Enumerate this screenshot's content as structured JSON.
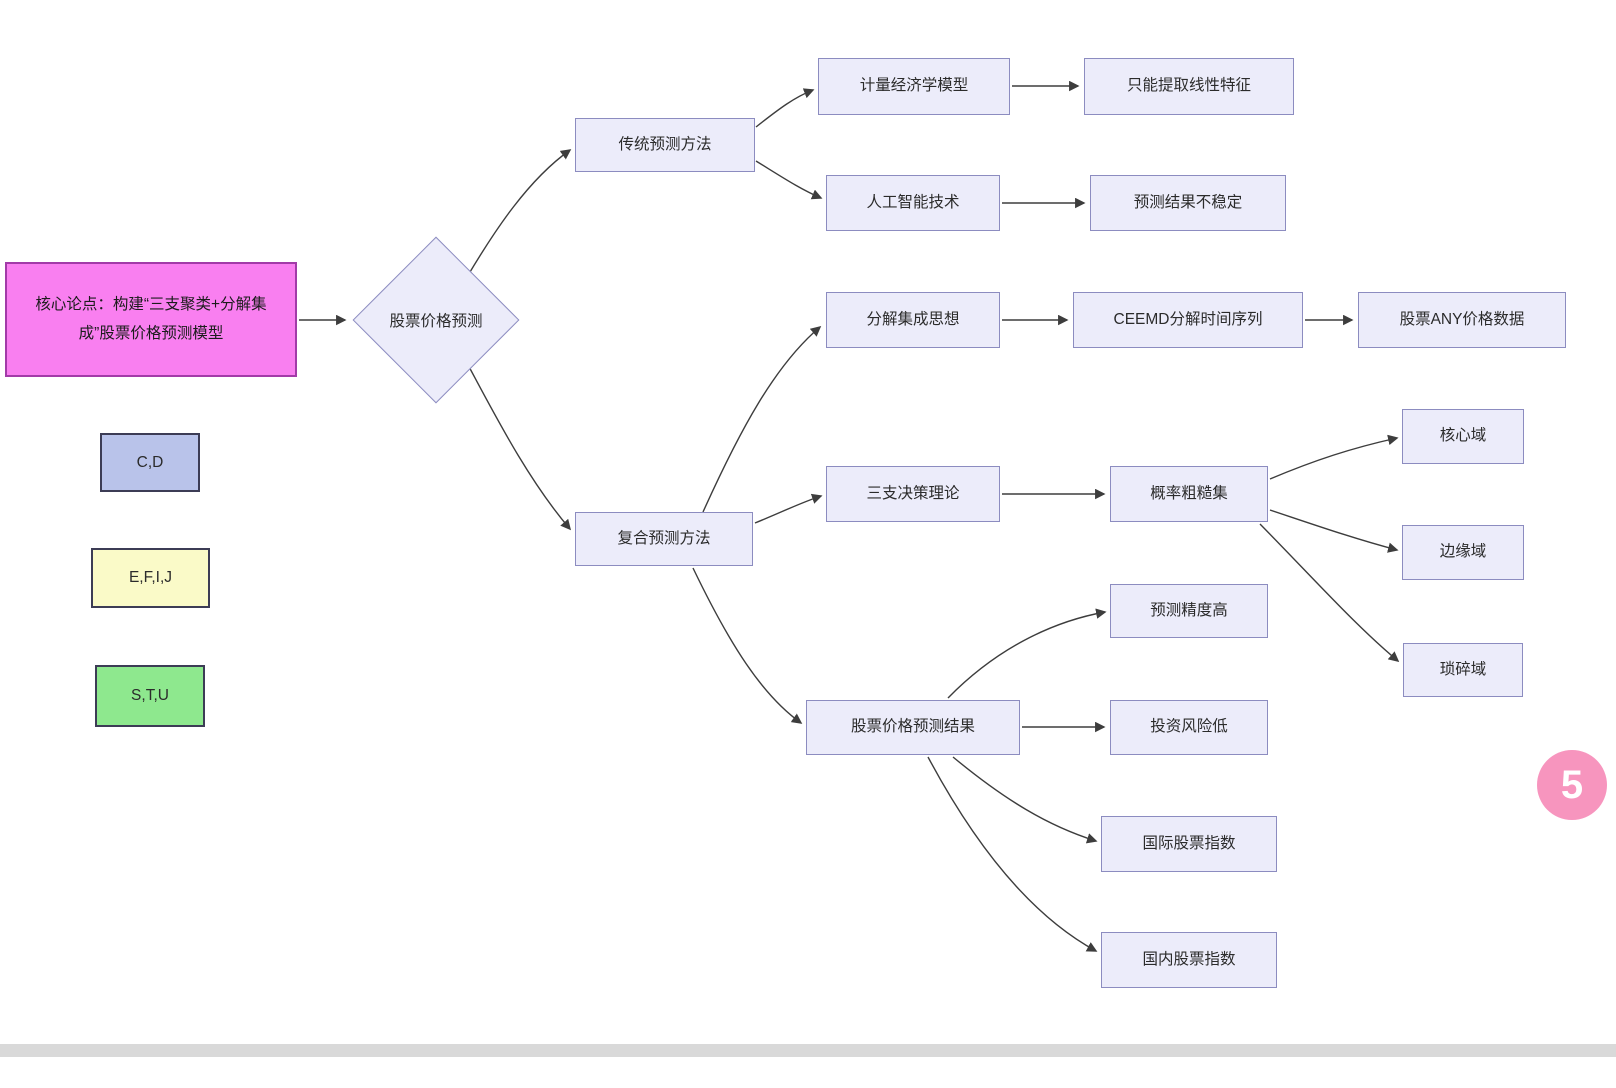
{
  "root": {
    "label": "核心论点：构建“三支聚类+分解集成”股票价格预测模型"
  },
  "diamond": {
    "label": "股票价格预测"
  },
  "legend": {
    "cd": "C,D",
    "efij": "E,F,I,J",
    "stu": "S,T,U"
  },
  "nodes": {
    "traditional": "传统预测方法",
    "econometric": "计量经济学模型",
    "linear_only": "只能提取线性特征",
    "ai": "人工智能技术",
    "unstable": "预测结果不稳定",
    "composite": "复合预测方法",
    "decomposition": "分解集成思想",
    "ceemd": "CEEMD分解时间序列",
    "any_price": "股票ANY价格数据",
    "three_way": "三支决策理论",
    "rough_set": "概率粗糙集",
    "core_domain": "核心域",
    "boundary_domain": "边缘域",
    "trivial_domain": "琐碎域",
    "high_accuracy": "预测精度高",
    "results": "股票价格预测结果",
    "low_risk": "投资风险低",
    "intl_index": "国际股票指数",
    "domestic_index": "国内股票指数"
  },
  "badge": {
    "label": "5"
  },
  "colors": {
    "node_fill": "#ECECFA",
    "node_border": "#8C8CC0",
    "root_fill": "#F97FF0",
    "root_border": "#A23BA8",
    "legend_blue": "#B9C3EA",
    "legend_yellow": "#FAFAC8",
    "legend_green": "#8EE88E",
    "arrow": "#3D3D3D",
    "badge_pink": "#F795BE",
    "scrollbar_gray": "#D9D9D9"
  }
}
